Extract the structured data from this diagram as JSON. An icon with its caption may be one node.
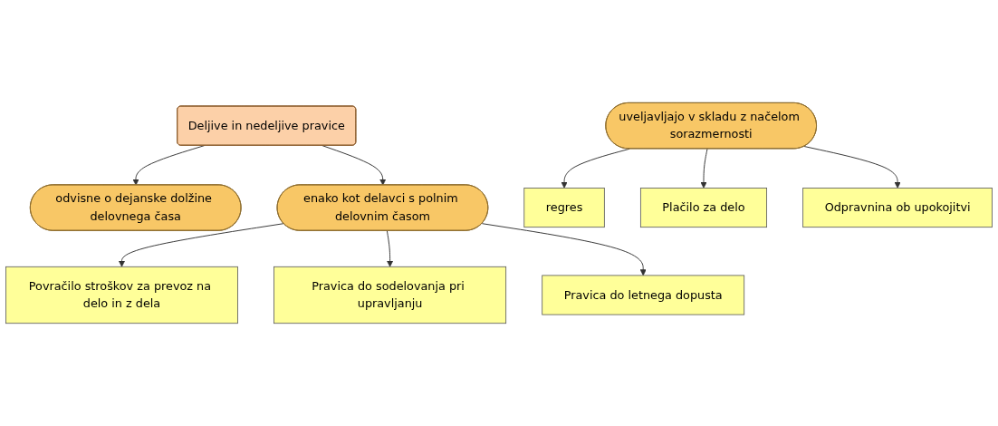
{
  "diagram": {
    "nodes": [
      {
        "text": [
          "Deljive in nedeljive pravice"
        ]
      },
      {
        "text": [
          "odvisne o dejanske dolžine delovnega časa"
        ]
      },
      {
        "text": [
          "enako kot delavci s polnim delovnim časom"
        ]
      },
      {
        "text": [
          "uveljavljajo v skladu z načelom sorazmernosti"
        ]
      },
      {
        "text": [
          "Povračilo stroškov za prevoz na delo in z dela"
        ]
      },
      {
        "text": [
          "Pravica do letnega dopusta"
        ]
      },
      {
        "text": [
          "regres"
        ]
      },
      {
        "text": [
          "Plačilo za delo"
        ]
      },
      {
        "text": [
          "Odpravnina ob upokojitvi"
        ]
      },
      {
        "text": [
          "Pravica do sodelovanja pri upravljanju"
        ]
      }
    ],
    "edges": [
      {
        "from": 0,
        "to": 1,
        "arrow": "to"
      },
      {
        "from": 0,
        "to": 2,
        "arrow": "to"
      },
      {
        "from": 3,
        "to": 6,
        "arrow": "to"
      },
      {
        "from": 3,
        "to": 8,
        "arrow": "to"
      },
      {
        "from": 3,
        "to": 7,
        "arrow": "to"
      },
      {
        "from": 2,
        "to": 4,
        "arrow": "to"
      },
      {
        "from": 2,
        "to": 9,
        "arrow": "to"
      },
      {
        "from": 2,
        "to": 5,
        "arrow": "to"
      }
    ]
  }
}
